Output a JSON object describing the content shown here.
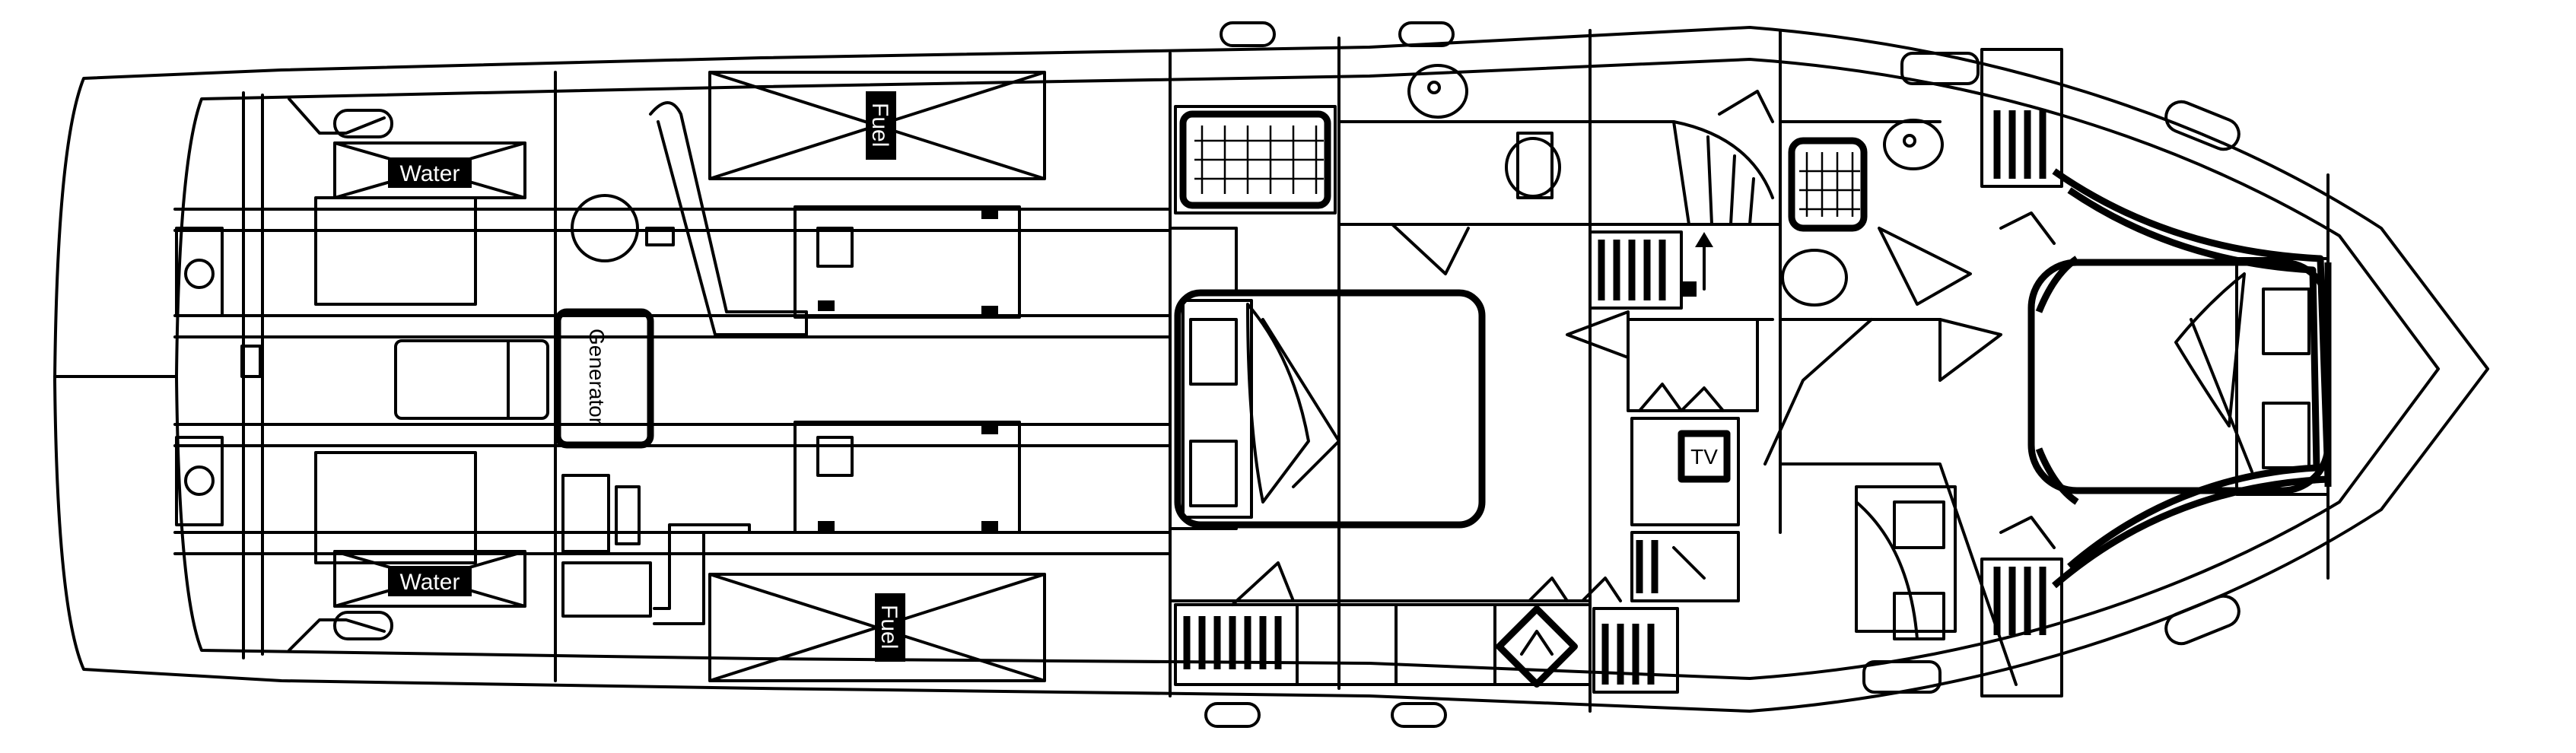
{
  "labels": {
    "water_top": "Water",
    "water_bottom": "Water",
    "fuel_top": "Fuel",
    "fuel_bottom": "Fuel",
    "generator": "Generator",
    "tv": "TV"
  }
}
